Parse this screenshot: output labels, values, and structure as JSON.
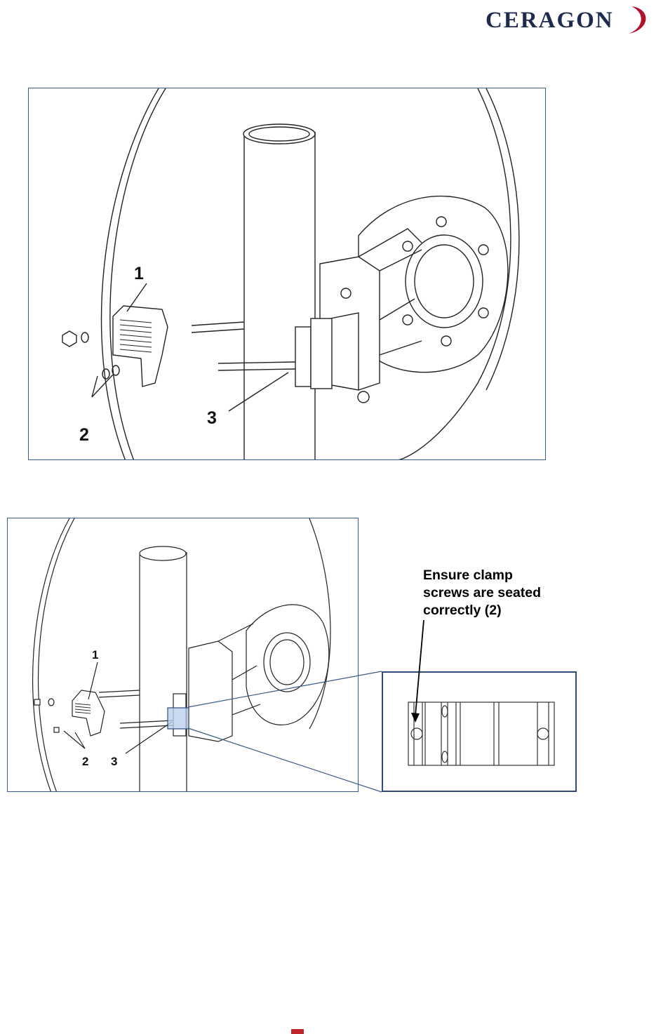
{
  "header": {
    "logo_text": "CERAGON",
    "brand_color": "#1e2a4e",
    "accent_color": "#b0112b"
  },
  "figure1": {
    "labels": {
      "item1": "1",
      "item2": "2",
      "item3": "3"
    }
  },
  "figure2": {
    "labels": {
      "item1": "1",
      "item2": "2",
      "item3": "3"
    }
  },
  "callout": {
    "text": "Ensure clamp\nscrews are seated\ncorrectly (2)"
  },
  "colors": {
    "frame": "#3a5a86",
    "zoom_frame": "#2f4c78",
    "highlight": "#bcd0ec"
  }
}
